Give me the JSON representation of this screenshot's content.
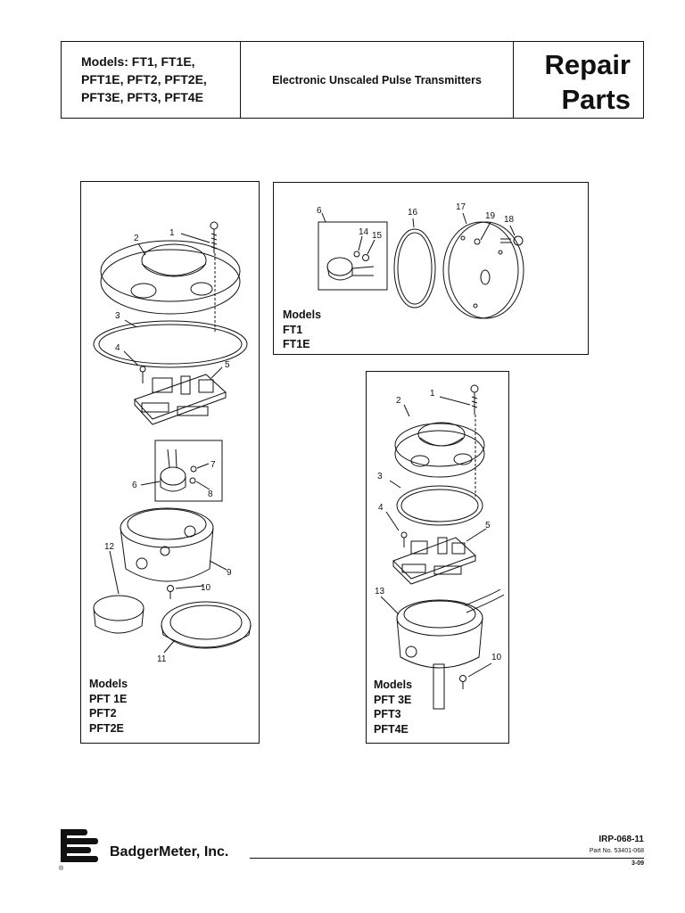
{
  "header": {
    "models_lines": [
      "Models:   FT1, FT1E,",
      "PFT1E, PFT2, PFT2E,",
      "PFT3E, PFT3, PFT4E"
    ],
    "subtitle": "Electronic Unscaled Pulse Transmitters",
    "repair": "Repair",
    "parts": "Parts"
  },
  "panels": {
    "left": {
      "models_lines": [
        "Models",
        "PFT 1E",
        "PFT2",
        "PFT2E"
      ],
      "callouts": [
        "1",
        "2",
        "3",
        "4",
        "5",
        "6",
        "7",
        "8",
        "9",
        "10",
        "11",
        "12"
      ]
    },
    "top_right": {
      "models_lines": [
        "Models",
        "FT1",
        "FT1E"
      ],
      "callouts": [
        "6",
        "14",
        "15",
        "16",
        "17",
        "19",
        "18"
      ]
    },
    "bottom_right": {
      "models_lines": [
        "Models",
        "PFT 3E",
        "PFT3",
        "PFT4E"
      ],
      "callouts": [
        "1",
        "2",
        "3",
        "4",
        "5",
        "13",
        "10"
      ]
    }
  },
  "footer": {
    "company": "BadgerMeter, Inc.",
    "doc_number": "IRP-068-11",
    "part_number": "Part No. 53401-068",
    "date": "3-09",
    "registered_mark": "®"
  }
}
